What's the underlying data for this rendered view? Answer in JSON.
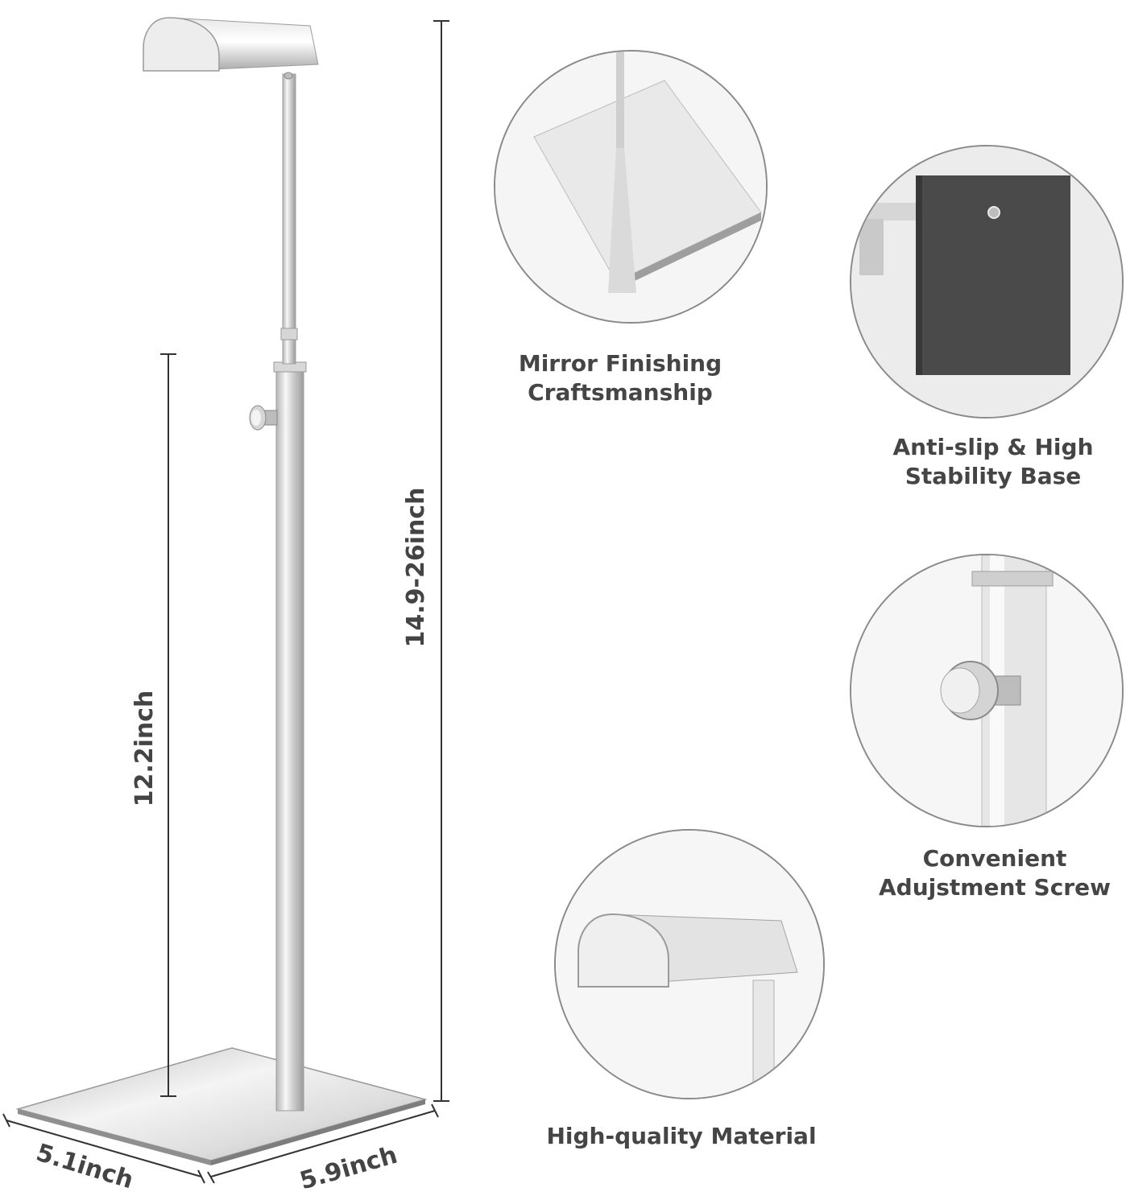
{
  "dimensions": {
    "full_height": "14.9-26inch",
    "pole_height": "12.2inch",
    "base_depth": "5.1inch",
    "base_width": "5.9inch"
  },
  "features": [
    {
      "caption_line1": "Mirror Finishing",
      "caption_line2": "Craftsmanship",
      "icon": "mirror-base-detail"
    },
    {
      "caption_line1": "Anti-slip & High",
      "caption_line2": "Stability Base",
      "icon": "anti-slip-pad-detail"
    },
    {
      "caption_line1": "Convenient",
      "caption_line2": "Adujstment Screw",
      "icon": "adjustment-screw-detail"
    },
    {
      "caption_line1": "High-quality Material",
      "caption_line2": "",
      "icon": "top-hook-detail"
    }
  ],
  "colors": {
    "text": "#444444",
    "dimension_lines": "#333333",
    "circle_border": "#8a8a8a",
    "metal_light": "#f2f2f2",
    "metal_dark": "#9a9a9a",
    "pad": "#4a4a4a"
  }
}
